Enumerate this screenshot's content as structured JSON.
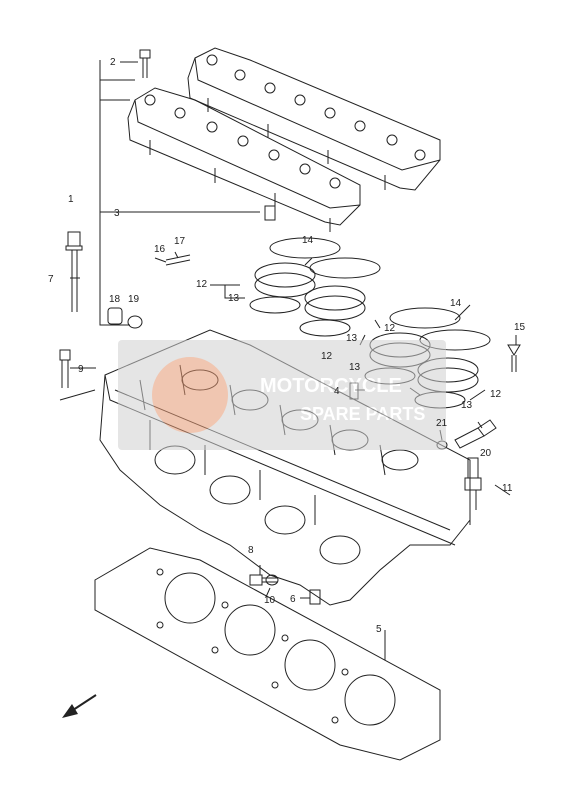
{
  "diagram": {
    "part_labels": [
      "1",
      "2",
      "3",
      "4",
      "5",
      "6",
      "7",
      "8",
      "9",
      "10",
      "11",
      "12",
      "13",
      "14",
      "15",
      "16",
      "17",
      "18",
      "19",
      "20",
      "21"
    ],
    "repeated_labels": {
      "12": [
        "12",
        "12",
        "12",
        "12"
      ],
      "13": [
        "13",
        "13",
        "13",
        "13"
      ],
      "14": [
        "14",
        "14"
      ]
    },
    "watermark": {
      "line1": "MOTORCYCLE",
      "line2": "SPARE PARTS"
    }
  },
  "colors": {
    "line": "#222222",
    "watermark_gray": "#c8c8c8",
    "watermark_orange": "#e98a5a"
  },
  "icons": {
    "front_arrow": "arrow-down-left-icon"
  }
}
